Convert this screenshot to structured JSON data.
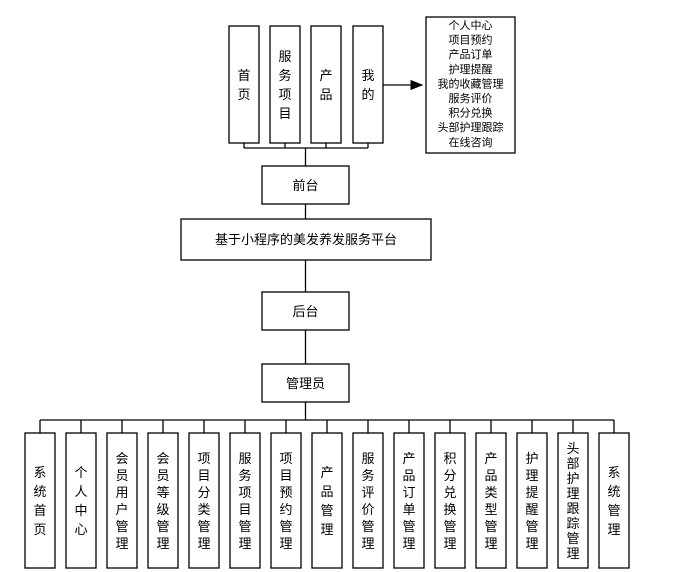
{
  "diagram": {
    "front_menu": [
      "首页",
      "服务项目",
      "产品",
      "我的"
    ],
    "my_items": [
      "个人中心",
      "项目预约",
      "产品订单",
      "护理提醒",
      "我的收藏管理",
      "服务评价",
      "积分兑换",
      "头部护理跟踪",
      "在线咨询"
    ],
    "front_label": "前台",
    "platform_label": "基于小程序的美发养发服务平台",
    "back_label": "后台",
    "admin_label": "管理员",
    "admin_items": [
      "系统首页",
      "个人中心",
      "会员用户管理",
      "会员等级管理",
      "项目分类管理",
      "服务项目管理",
      "项目预约管理",
      "产品管理",
      "服务评价管理",
      "产品订单管理",
      "积分兑换管理",
      "产品类型管理",
      "护理提醒管理",
      "头部护理跟踪管理",
      "系统管理"
    ]
  }
}
